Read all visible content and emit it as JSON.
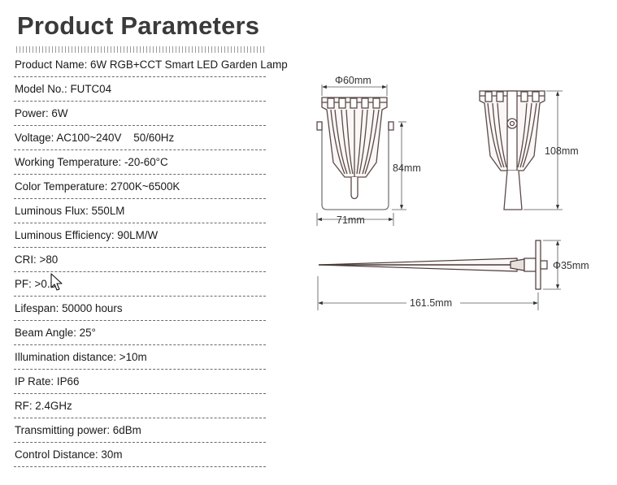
{
  "page": {
    "title": "Product Parameters"
  },
  "specs": [
    {
      "label": "Product Name: 6W RGB+CCT Smart LED Garden Lamp"
    },
    {
      "label": "Model No.: FUTC04"
    },
    {
      "label": "Power: 6W"
    },
    {
      "label": "Voltage: AC100~240V    50/60Hz"
    },
    {
      "label": "Working Temperature: -20-60°C"
    },
    {
      "label": "Color Temperature: 2700K~6500K"
    },
    {
      "label": "Luminous Flux: 550LM"
    },
    {
      "label": "Luminous Efficiency: 90LM/W"
    },
    {
      "label": "CRI: >80"
    },
    {
      "label": "PF: >0.5"
    },
    {
      "label": "Lifespan: 50000 hours"
    },
    {
      "label": "Beam Angle: 25°"
    },
    {
      "label": "Illumination distance: >10m"
    },
    {
      "label": "IP Rate: IP66"
    },
    {
      "label": "RF: 2.4GHz"
    },
    {
      "label": "Transmitting power: 6dBm"
    },
    {
      "label": "Control Distance: 30m"
    }
  ],
  "dimensions": {
    "front_width": "Φ60mm",
    "front_height": "84mm",
    "bracket_width": "71mm",
    "side_height": "108mm",
    "spike_diameter": "Φ35mm",
    "spike_length": "161.5mm"
  },
  "cursor": {
    "icon": "arrow-cursor-icon"
  }
}
